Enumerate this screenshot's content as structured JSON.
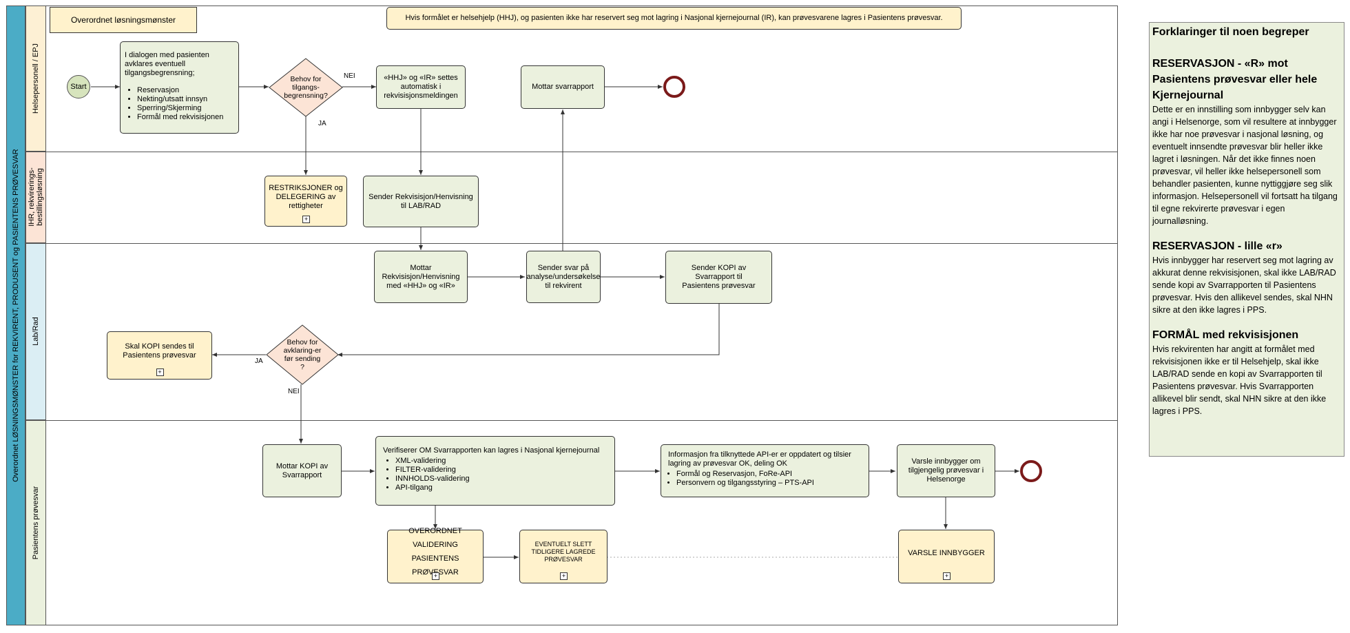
{
  "pool": {
    "label": "Overordnet LØSNINGSMØNSTER for REKVIRENT, PRODUSENT og PASIENTENS PRØVESVAR"
  },
  "lanes": [
    {
      "label": "Helsepersonell / EPJ",
      "color": "#fdf0d4"
    },
    {
      "label": "IHR, rekvirerings-\nbestillingsløsning",
      "color": "#fce4d6"
    },
    {
      "label": "Lab/Rad",
      "color": "#dbeef4"
    },
    {
      "label": "Pasientens prøvesvar",
      "color": "#ebf1de"
    }
  ],
  "header": {
    "title": "Overordnet løsningsmønster",
    "note": "Hvis formålet er helsehjelp (HHJ), og pasienten ikke har reservert seg mot lagring i Nasjonal kjernejournal (IR), kan prøvesvarene lagres i Pasientens prøvesvar."
  },
  "nodes": {
    "start": "Start",
    "clarify": {
      "title": "I dialogen med pasienten avklares eventuell tilgangsbegrensning;",
      "items": [
        "Reservasjon",
        "Nekting/utsatt innsyn",
        "Sperring/Skjerming",
        "Formål med rekvisisjonen"
      ]
    },
    "gw_access": "Behov for tilgangs-begrensning?",
    "gw_access_no": "NEI",
    "gw_access_yes": "JA",
    "auto_set": "«HHJ» og «IR» settes automatisk i rekvisisjonsmeldingen",
    "receive_report": "Mottar svarrapport",
    "restrictions": "RESTRIKSJONER og DELEGERING av rettigheter",
    "send_req": "Sender Rekvisisjon/Henvisning til LAB/RAD",
    "receive_req": "Mottar Rekvisisjon/Henvisning med «HHJ» og «IR»",
    "send_answer": "Sender svar på analyse/undersøkelse til rekvirent",
    "send_copy": "Sender KOPI av Svarrapport til Pasientens prøvesvar",
    "gw_clarify": "Behov for avklaring-er før sending ?",
    "gw_clarify_yes": "JA",
    "gw_clarify_no": "NEI",
    "copy_should": "Skal KOPI sendes  til Pasientens prøvesvar",
    "receive_copy": "Mottar KOPI av Svarrapport",
    "verify": {
      "title": "Verifiserer OM Svarrapporten kan lagres i Nasjonal kjernejournal",
      "items": [
        "XML-validering",
        "FILTER-validering",
        "INNHOLDS-validering",
        "API-tilgang"
      ]
    },
    "info": {
      "title": "Informasjon fra tilknyttede API-er er oppdatert og tilsier lagring av prøvesvar OK, deling OK",
      "items": [
        "Formål og Reservasjon, FoRe-API",
        "Personvern og tilgangsstyring – PTS-API"
      ]
    },
    "notify": "Varsle innbygger om tilgjengelig prøvesvar i Helsenorge",
    "validation": "OVERORDNET VALIDERING PASIENTENS PRØVESVAR",
    "delete": "EVENTUELT SLETT TIDLIGERE LAGREDE PRØVESVAR",
    "notify_sub": "VARSLE INNBYGGER"
  },
  "legend": {
    "title": "Forklaringer til noen begreper",
    "sections": [
      {
        "heading": "RESERVASJON - «R» mot Pasientens prøvesvar eller hele Kjernejournal",
        "text": "Dette er en innstilling som innbygger selv kan angi i Helsenorge, som vil resultere at innbygger ikke har noe prøvesvar i nasjonal løsning, og eventuelt innsendte prøvesvar blir heller ikke lagret i løsningen. Når det ikke finnes noen prøvesvar, vil heller ikke helsepersonell som behandler pasienten, kunne nyttiggjøre seg slik informasjon. Helsepersonell vil fortsatt ha tilgang til egne rekvirerte prøvesvar i egen journalløsning."
      },
      {
        "heading": "RESERVASJON - lille «r»",
        "text": "Hvis innbygger har reservert seg mot lagring av akkurat denne rekvisisjonen,   skal ikke LAB/RAD sende kopi av Svarrapporten til Pasientens prøvesvar. Hvis den allikevel sendes, skal NHN sikre at den ikke lagres i PPS."
      },
      {
        "heading": "FORMÅL med rekvisisjonen",
        "text": "Hvis rekvirenten har angitt at formålet med rekvisisjonen ikke er til Helsehjelp, skal ikke LAB/RAD sende en kopi av Svarrapporten til Pasientens prøvesvar. Hvis Svarrapporten allikevel blir sendt, skal NHN sikre at den ikke lagres i PPS."
      }
    ]
  }
}
